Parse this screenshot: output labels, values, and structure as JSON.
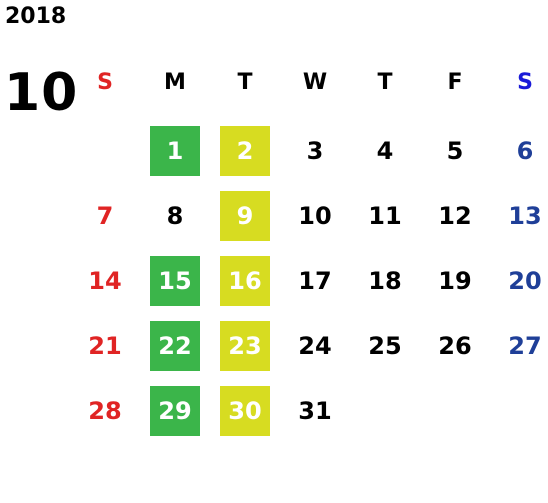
{
  "year": "2018",
  "month": "10",
  "weekdays": [
    "S",
    "M",
    "T",
    "W",
    "T",
    "F",
    "S"
  ],
  "colors": {
    "sunday": "#e02424",
    "saturday": "#1f3f98",
    "weekday": "#000000",
    "highlight_green": "#3bb54a",
    "highlight_yellow": "#d7dc21"
  },
  "weeks": [
    [
      "",
      "1",
      "2",
      "3",
      "4",
      "5",
      "6"
    ],
    [
      "7",
      "8",
      "9",
      "10",
      "11",
      "12",
      "13"
    ],
    [
      "14",
      "15",
      "16",
      "17",
      "18",
      "19",
      "20"
    ],
    [
      "21",
      "22",
      "23",
      "24",
      "25",
      "26",
      "27"
    ],
    [
      "28",
      "29",
      "30",
      "31",
      "",
      "",
      ""
    ]
  ],
  "highlights": {
    "green": [
      "1",
      "15",
      "22",
      "29"
    ],
    "yellow": [
      "2",
      "9",
      "16",
      "23",
      "30"
    ]
  }
}
